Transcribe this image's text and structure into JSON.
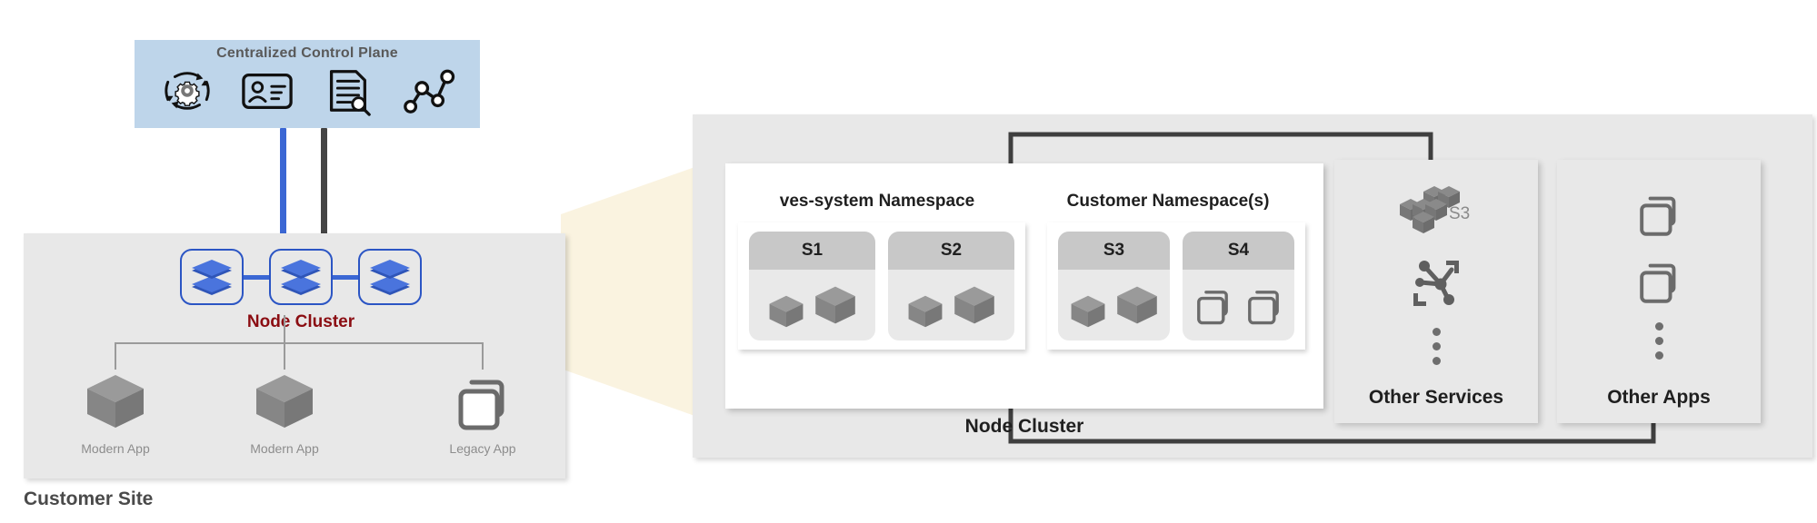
{
  "control_plane": {
    "title": "Centralized Control Plane",
    "icons": [
      {
        "name": "gear-rotation-icon",
        "label": "automation"
      },
      {
        "name": "id-card-icon",
        "label": "identity"
      },
      {
        "name": "document-search-icon",
        "label": "audit"
      },
      {
        "name": "network-topology-icon",
        "label": "topology"
      }
    ],
    "background": "#bed5ea"
  },
  "connectors": {
    "blue_line_color": "#3b67d4",
    "dark_line_color": "#444444",
    "callout_color": "#faf3e0",
    "bracket_color": "#3f3f3f"
  },
  "customer_site": {
    "label": "Customer Site",
    "cluster_label": "Node Cluster",
    "cluster_label_color": "#8b0d12",
    "nodes": [
      {
        "name": "node-1",
        "icon": "stacked-layers-icon"
      },
      {
        "name": "node-2",
        "icon": "stacked-layers-icon"
      },
      {
        "name": "node-3",
        "icon": "stacked-layers-icon"
      }
    ],
    "apps": [
      {
        "label": "Modern App",
        "icon": "cube-icon"
      },
      {
        "label": "Modern App",
        "icon": "cube-icon"
      },
      {
        "label": "Legacy App",
        "icon": "vm-stack-icon"
      }
    ]
  },
  "detail": {
    "cluster_label": "Node Cluster",
    "namespaces": [
      {
        "title": "ves-system Namespace",
        "services": [
          {
            "label": "S1",
            "workloads": [
              "cube-icon",
              "cube-icon"
            ]
          },
          {
            "label": "S2",
            "workloads": [
              "cube-icon",
              "cube-icon"
            ]
          }
        ]
      },
      {
        "title": "Customer Namespace(s)",
        "services": [
          {
            "label": "S3",
            "workloads": [
              "cube-icon",
              "cube-icon"
            ]
          },
          {
            "label": "S4",
            "workloads": [
              "vm-stack-icon",
              "vm-stack-icon"
            ]
          }
        ]
      }
    ],
    "side_panels": [
      {
        "title": "Other Services",
        "icons": [
          {
            "name": "s3-storage-icon",
            "label": "S3"
          },
          {
            "name": "service-mesh-icon",
            "label": ""
          },
          {
            "name": "vertical-ellipsis-icon",
            "label": ""
          }
        ]
      },
      {
        "title": "Other Apps",
        "icons": [
          {
            "name": "vm-stack-icon",
            "label": ""
          },
          {
            "name": "vm-stack-icon",
            "label": ""
          },
          {
            "name": "vertical-ellipsis-icon",
            "label": ""
          }
        ]
      }
    ]
  }
}
